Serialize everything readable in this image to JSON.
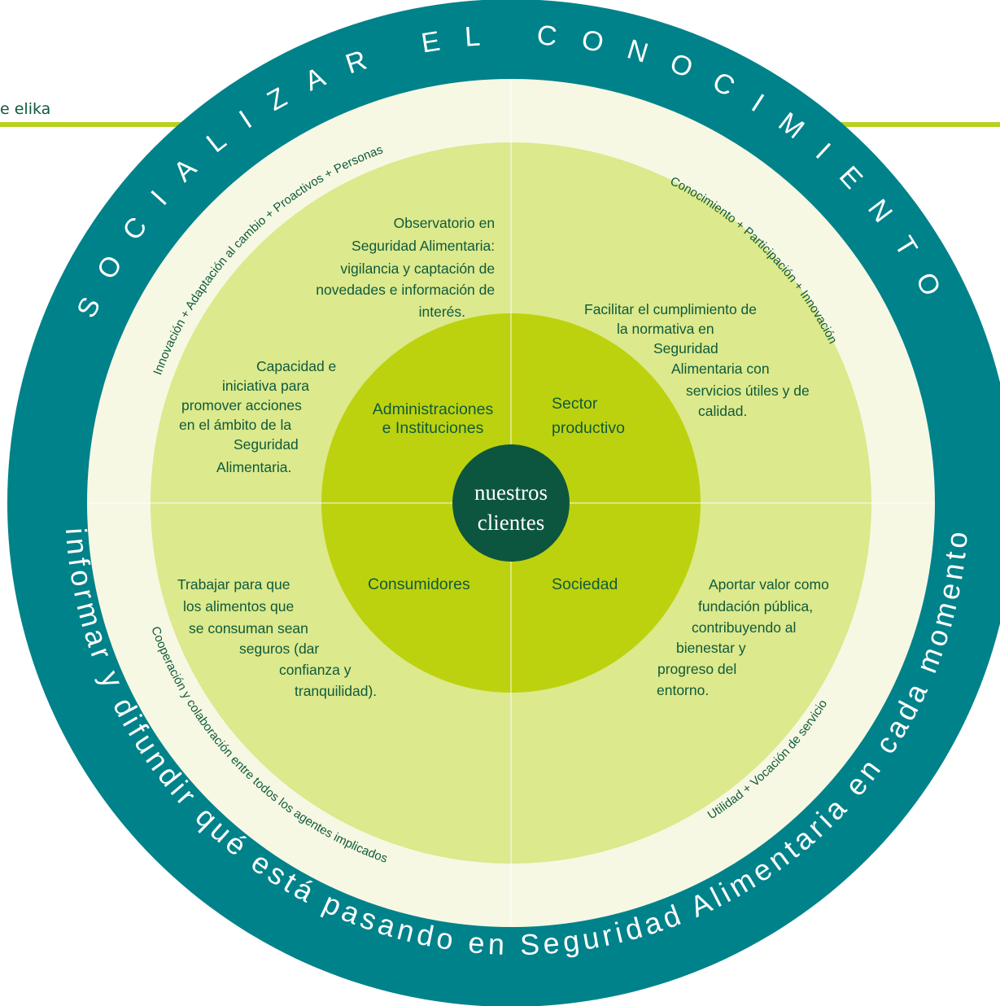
{
  "logo": {
    "text": "e elika"
  },
  "center": {
    "line1": "nuestros",
    "line2": "clientes"
  },
  "segments": {
    "top_left": [
      "Administraciones",
      "e Instituciones"
    ],
    "top_right": [
      "Sector",
      "productivo"
    ],
    "bottom_left": "Consumidores",
    "bottom_right": "Sociedad"
  },
  "quadrants": {
    "top_left_a": [
      "Observatorio en",
      "Seguridad Alimentaria:",
      "vigilancia y captación de",
      "novedades e información de",
      "interés."
    ],
    "top_left_b": [
      "Capacidad e",
      "iniciativa para",
      "promover acciones",
      "en el ámbito de la",
      "Seguridad",
      "Alimentaria."
    ],
    "top_right": [
      "Facilitar el cumplimiento de",
      "la normativa en",
      "Seguridad",
      "Alimentaria con",
      "servicios útiles y de",
      "calidad."
    ],
    "bottom_left": [
      "Trabajar para que",
      "los  alimentos que",
      "se consuman sean",
      "seguros (dar",
      "confianza y",
      "tranquilidad)."
    ],
    "bottom_right": [
      "Aportar valor como",
      "fundación pública,",
      "contribuyendo al",
      "bienestar y",
      "progreso del",
      "entorno."
    ]
  },
  "values": {
    "top_left": "Innovación + Adaptación al cambio + Proactivos + Personas",
    "top_right": "Conocimiento + Participación + Innovación",
    "bottom_left": "Cooperación y colaboración entre todos los agentes implicados",
    "bottom_right": "Utilidad + Vocación de servicio"
  },
  "outer_ring": {
    "top": "SOCIALIZAR EL CONOCIMIENTO",
    "bottom": "informar y difundir qué está pasando en Seguridad Alimentaria en cada momento"
  },
  "colors": {
    "teal": "#00828a",
    "values_ring": "#f6f8e3",
    "quadrants": "#dce98c",
    "inner_ring": "#bdd20e",
    "center": "#0c563f",
    "text": "#0f5a3c",
    "header_bar": "#b8d120"
  }
}
